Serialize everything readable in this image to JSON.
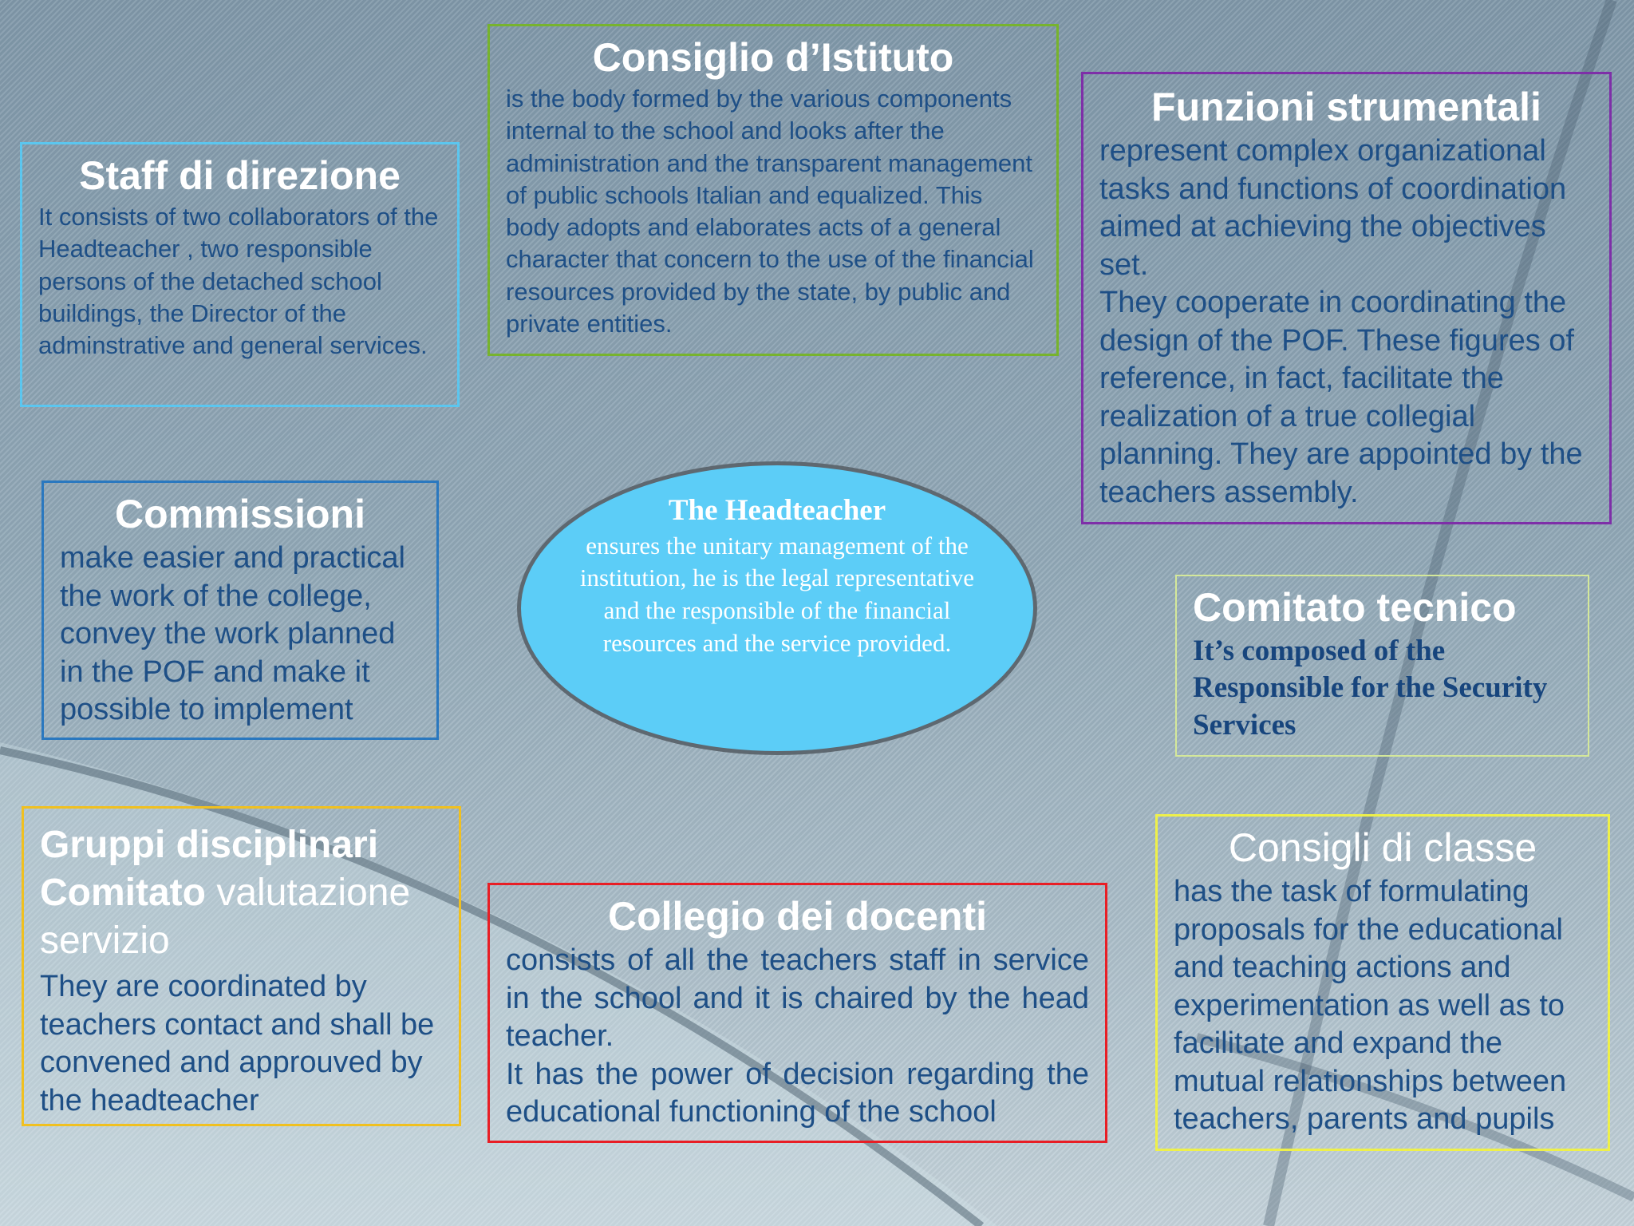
{
  "staff": {
    "title": "Staff di direzione",
    "text": "It consists of two collaborators of the Headteacher , two responsible persons of the detached school buildings, the Director of the adminstrative and general services."
  },
  "consiglio": {
    "title": "Consiglio d’Istituto",
    "text": "is the body formed by the various components internal to the school and looks after the administration and the transparent management of public schools Italian and equalized. This body adopts and elaborates acts of a general character that concern to the use of the financial resources provided by the state, by public and private entities."
  },
  "funzioni": {
    "title": "Funzioni strumentali",
    "text": "represent complex organizational tasks and functions of coordination aimed at achieving the objectives set.\nThey cooperate in coordinating the design of the POF. These figures of reference, in fact, facilitate the realization of a true collegial planning. They are appointed by the teachers assembly."
  },
  "commissioni": {
    "title": "Commissioni",
    "text": "make easier and practical the work of the college, convey the work planned in the POF and make it possible to implement"
  },
  "headteacher": {
    "title": "The Headteacher",
    "text": "ensures the unitary management of the institution, he is the legal representative and the responsible of the financial resources and the service provided."
  },
  "tecnico": {
    "title": "Comitato tecnico",
    "text": "It’s composed of the Responsible for the Security Services"
  },
  "gruppi": {
    "title_line1": "Gruppi disciplinari",
    "title_bold": "Comitato",
    "title_rest": "valutazione servizio",
    "text": "They are coordinated by teachers contact and shall be convened and approuved by the headteacher"
  },
  "collegio": {
    "title": "Collegio dei docenti",
    "text": "consists of all the teachers staff in service in the school and it is chaired by the head teacher.\nIt has the power of decision regarding the educational functioning of the school"
  },
  "classe": {
    "title": "Consigli di classe",
    "text": "has the task of formulating proposals for the educational and teaching actions and experimentation as well as to facilitate and expand the mutual relationships between teachers, parents and pupils"
  }
}
